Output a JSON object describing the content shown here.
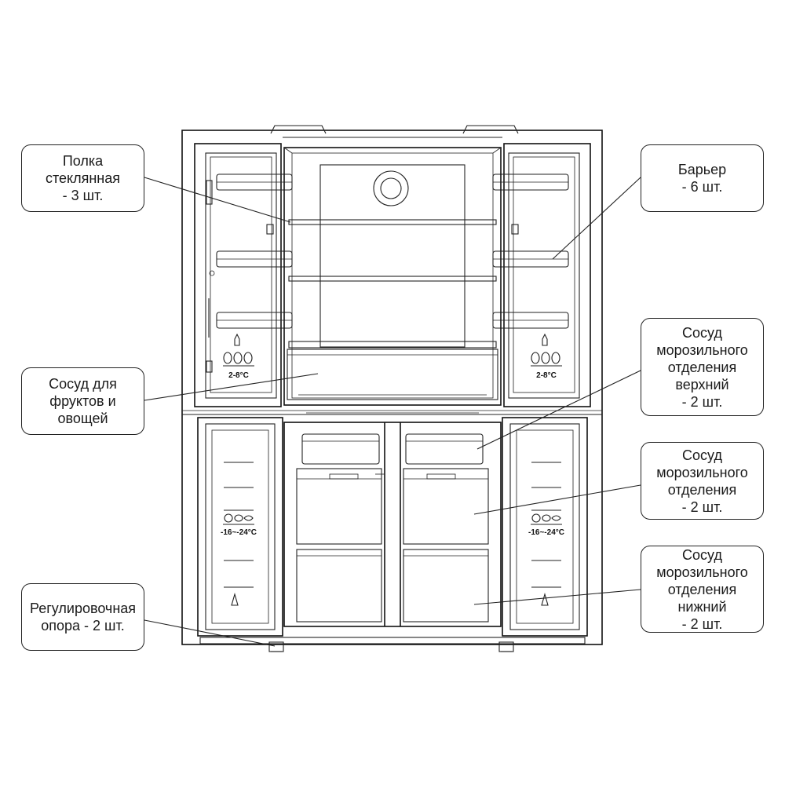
{
  "callouts": {
    "shelf": [
      "Полка",
      "стеклянная",
      "- 3 шт."
    ],
    "barrier": [
      "Барьер",
      "- 6 шт."
    ],
    "fruit": [
      "Сосуд для",
      "фруктов и",
      "овощей"
    ],
    "freezer_upper": [
      "Сосуд",
      "морозильного",
      "отделения",
      "верхний",
      "- 2 шт."
    ],
    "freezer": [
      "Сосуд",
      "морозильного",
      "отделения",
      "- 2 шт."
    ],
    "freezer_lower": [
      "Сосуд",
      "морозильного",
      "отделения",
      "нижний",
      "- 2 шт."
    ],
    "foot": [
      "Регулировочная",
      "опора - 2 шт."
    ]
  },
  "door_labels": {
    "fridge_temp": "2-8°C",
    "freezer_temp": "-16~-24°C"
  },
  "icons": {
    "fridge_door": [
      "bottle-icon",
      "vegetables-icon"
    ],
    "freezer_door": [
      "snowflake-icon",
      "meat-icon",
      "fish-icon"
    ]
  }
}
